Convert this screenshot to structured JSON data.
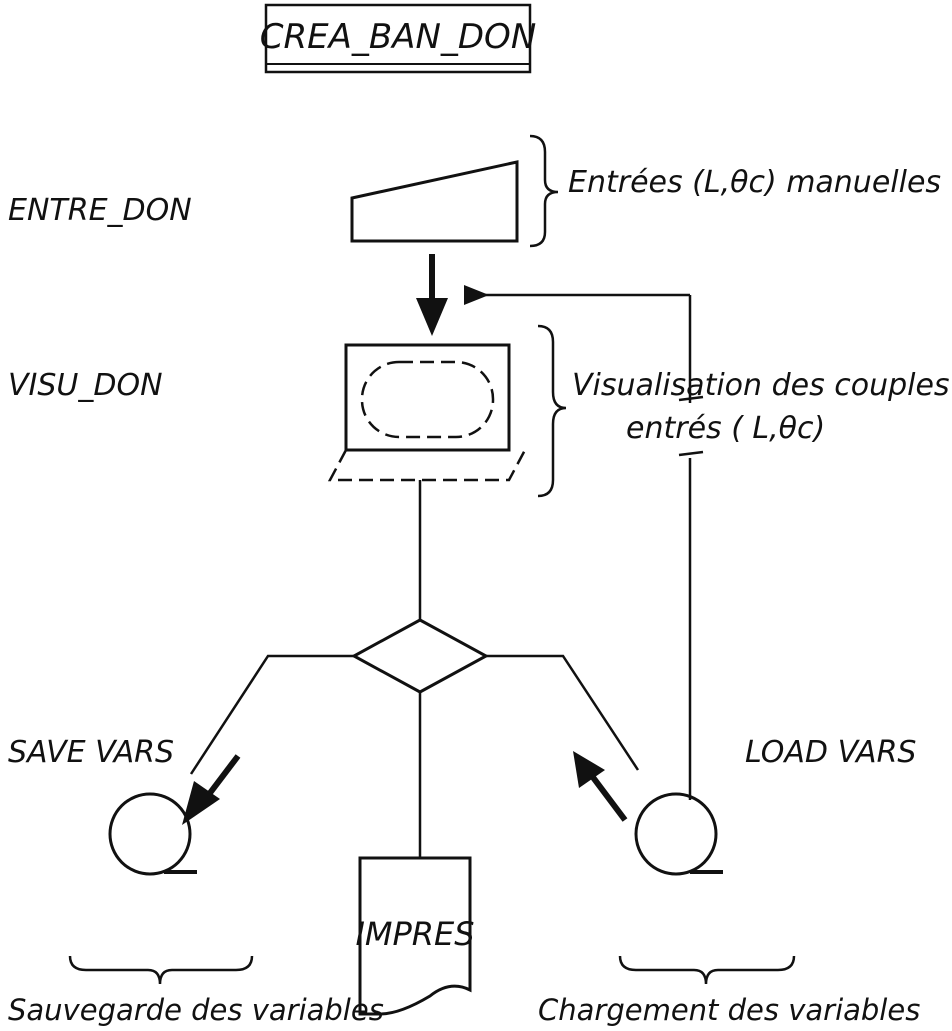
{
  "title": "CREA_BAN_DON",
  "nodes": {
    "entre_don": "ENTRE_DON",
    "visu_don": "VISU_DON",
    "save_vars": "SAVE VARS",
    "load_vars": "LOAD VARS",
    "impres": "IMPRES"
  },
  "annotations": {
    "entries_manual": "Entrées (L,θc) manuelles",
    "visu_line1": "Visualisation des couples",
    "visu_line2": "entrés ( L,θc)",
    "save_desc": "Sauvegarde des variables",
    "load_desc": "Chargement des variables"
  },
  "colors": {
    "ink": "#111111",
    "paper": "#ffffff"
  }
}
